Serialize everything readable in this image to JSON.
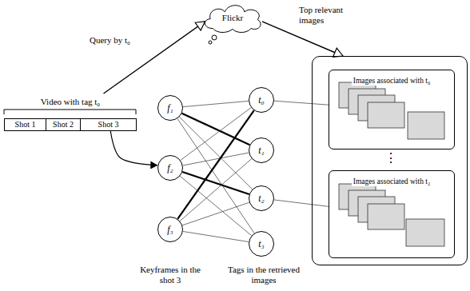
{
  "diagram": {
    "nodes": [
      {
        "text": [
          "Video with tag t₀"
        ]
      },
      {
        "text": [
          "Shot 1"
        ],
        "in": 0
      },
      {
        "text": [
          "Shot 2"
        ],
        "in": 0
      },
      {
        "text": [
          "Shot 3"
        ],
        "in": 0
      },
      {
        "text": [
          "Flickr"
        ]
      },
      {
        "text": [
          "f₁"
        ]
      },
      {
        "text": [
          "f₂"
        ]
      },
      {
        "text": [
          "f₃"
        ]
      },
      {
        "text": [
          "t₀"
        ]
      },
      {
        "text": [
          "t₁"
        ]
      },
      {
        "text": [
          "t₂"
        ]
      },
      {
        "text": [
          "t₃"
        ]
      },
      {
        "text": []
      },
      {
        "text": [
          "Images associated with t₀"
        ],
        "in": 12
      },
      {
        "text": [
          "Images associated with t₂"
        ],
        "in": 12
      }
    ],
    "edges": [
      {
        "from": 0,
        "to": 4,
        "label": "Query by t₀",
        "arrow": "to"
      },
      {
        "from": 4,
        "to": 12,
        "label": "Top relevant images",
        "arrow": "to"
      },
      {
        "from": 3,
        "to": 6,
        "arrow": "to"
      },
      {
        "from": 5,
        "to": 8,
        "arrow": "none"
      },
      {
        "from": 5,
        "to": 9,
        "arrow": "none"
      },
      {
        "from": 5,
        "to": 10,
        "arrow": "none"
      },
      {
        "from": 5,
        "to": 11,
        "arrow": "none"
      },
      {
        "from": 6,
        "to": 8,
        "arrow": "none"
      },
      {
        "from": 6,
        "to": 9,
        "arrow": "none"
      },
      {
        "from": 6,
        "to": 10,
        "arrow": "none"
      },
      {
        "from": 6,
        "to": 11,
        "arrow": "none"
      },
      {
        "from": 7,
        "to": 8,
        "arrow": "none"
      },
      {
        "from": 7,
        "to": 9,
        "arrow": "none"
      },
      {
        "from": 7,
        "to": 10,
        "arrow": "none"
      },
      {
        "from": 7,
        "to": 11,
        "arrow": "none"
      },
      {
        "from": 8,
        "to": 13,
        "arrow": "none"
      },
      {
        "from": 10,
        "to": 14,
        "arrow": "none"
      }
    ],
    "labels": [
      "⋮",
      "Keyframes in the shot 3",
      "Tags in the retrieved images"
    ]
  }
}
